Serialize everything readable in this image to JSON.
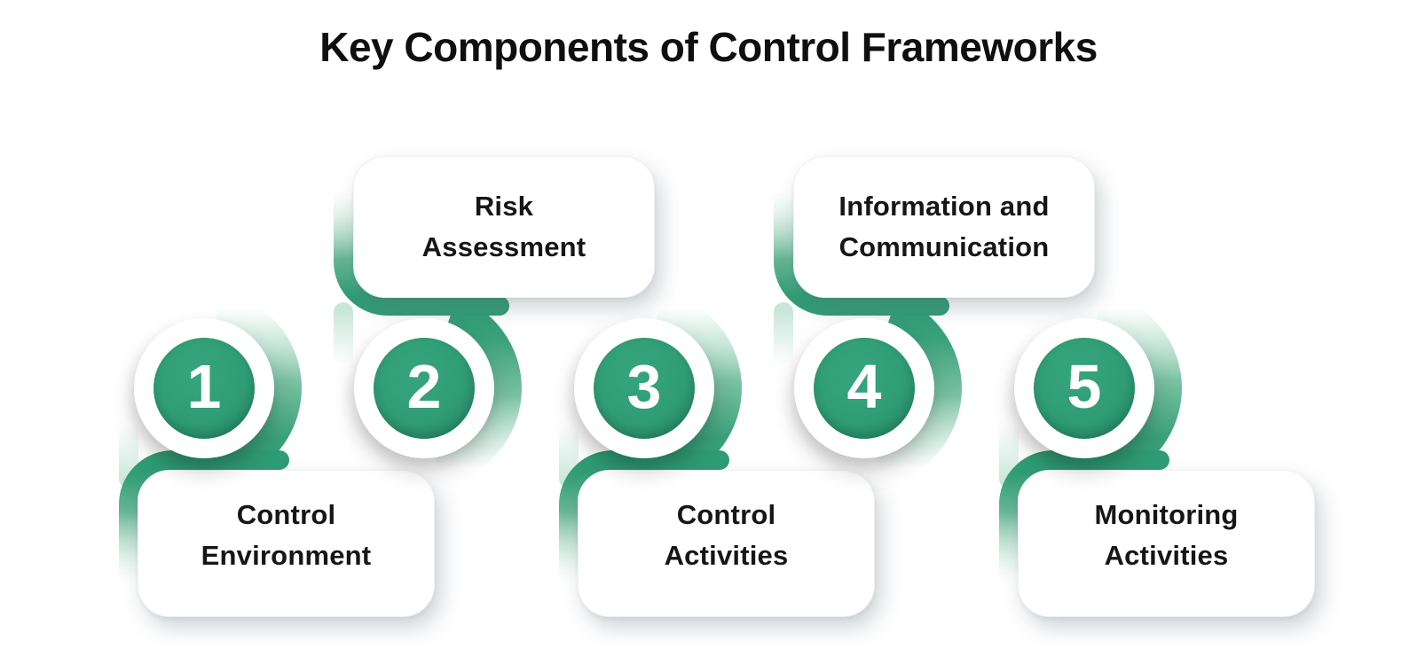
{
  "title": "Key Components of Control Frameworks",
  "items": [
    {
      "number": "1",
      "label": "Control\nEnvironment",
      "box_position": "below"
    },
    {
      "number": "2",
      "label": "Risk\nAssessment",
      "box_position": "above"
    },
    {
      "number": "3",
      "label": "Control\nActivities",
      "box_position": "below"
    },
    {
      "number": "4",
      "label": "Information and\nCommunication",
      "box_position": "above"
    },
    {
      "number": "5",
      "label": "Monitoring\nActivities",
      "box_position": "below"
    }
  ],
  "colors": {
    "accent_green": "#2f9c75",
    "ribbon_green_light": "#bfe4d4",
    "text_dark": "#161616",
    "box_background": "#ffffff"
  }
}
